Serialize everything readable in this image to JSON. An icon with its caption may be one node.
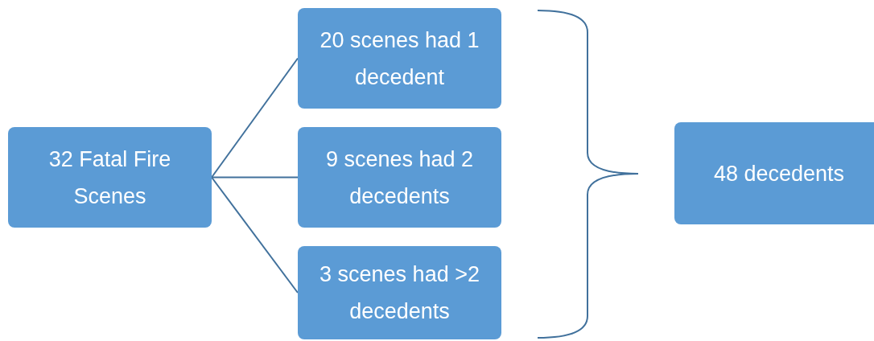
{
  "diagram": {
    "nodes": [
      {
        "text": [
          "32 Fatal Fire Scenes"
        ]
      },
      {
        "text": [
          "20 scenes had 1 decedent"
        ]
      },
      {
        "text": [
          "9 scenes had 2 decedents"
        ]
      },
      {
        "text": [
          "3 scenes had >2 decedents"
        ]
      },
      {
        "text": [
          "48 decedents"
        ]
      }
    ],
    "edges": [
      {
        "from": 0,
        "to": 1,
        "arrow": "none"
      },
      {
        "from": 0,
        "to": 2,
        "arrow": "none"
      },
      {
        "from": 0,
        "to": 3,
        "arrow": "none"
      }
    ]
  }
}
